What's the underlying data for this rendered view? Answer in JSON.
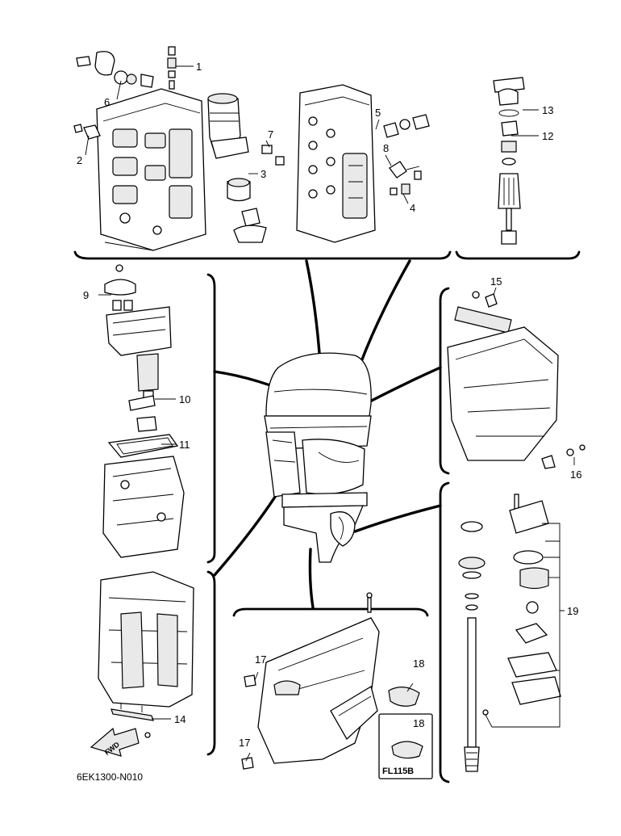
{
  "diagram_code": "6EK1300-N010",
  "fwd_label": "FWD",
  "badge": {
    "number": "18",
    "code": "FL115B"
  },
  "callouts": [
    {
      "id": "c1",
      "label": "1"
    },
    {
      "id": "c2",
      "label": "2"
    },
    {
      "id": "c3",
      "label": "3"
    },
    {
      "id": "c4",
      "label": "4"
    },
    {
      "id": "c5",
      "label": "5"
    },
    {
      "id": "c6",
      "label": "6"
    },
    {
      "id": "c7",
      "label": "7"
    },
    {
      "id": "c8",
      "label": "8"
    },
    {
      "id": "c9",
      "label": "9"
    },
    {
      "id": "c10",
      "label": "10"
    },
    {
      "id": "c11",
      "label": "11"
    },
    {
      "id": "c12",
      "label": "12"
    },
    {
      "id": "c13",
      "label": "13"
    },
    {
      "id": "c14",
      "label": "14"
    },
    {
      "id": "c15",
      "label": "15"
    },
    {
      "id": "c16",
      "label": "16"
    },
    {
      "id": "c17a",
      "label": "17"
    },
    {
      "id": "c17b",
      "label": "17"
    },
    {
      "id": "c18",
      "label": "18"
    },
    {
      "id": "c19",
      "label": "19"
    }
  ]
}
